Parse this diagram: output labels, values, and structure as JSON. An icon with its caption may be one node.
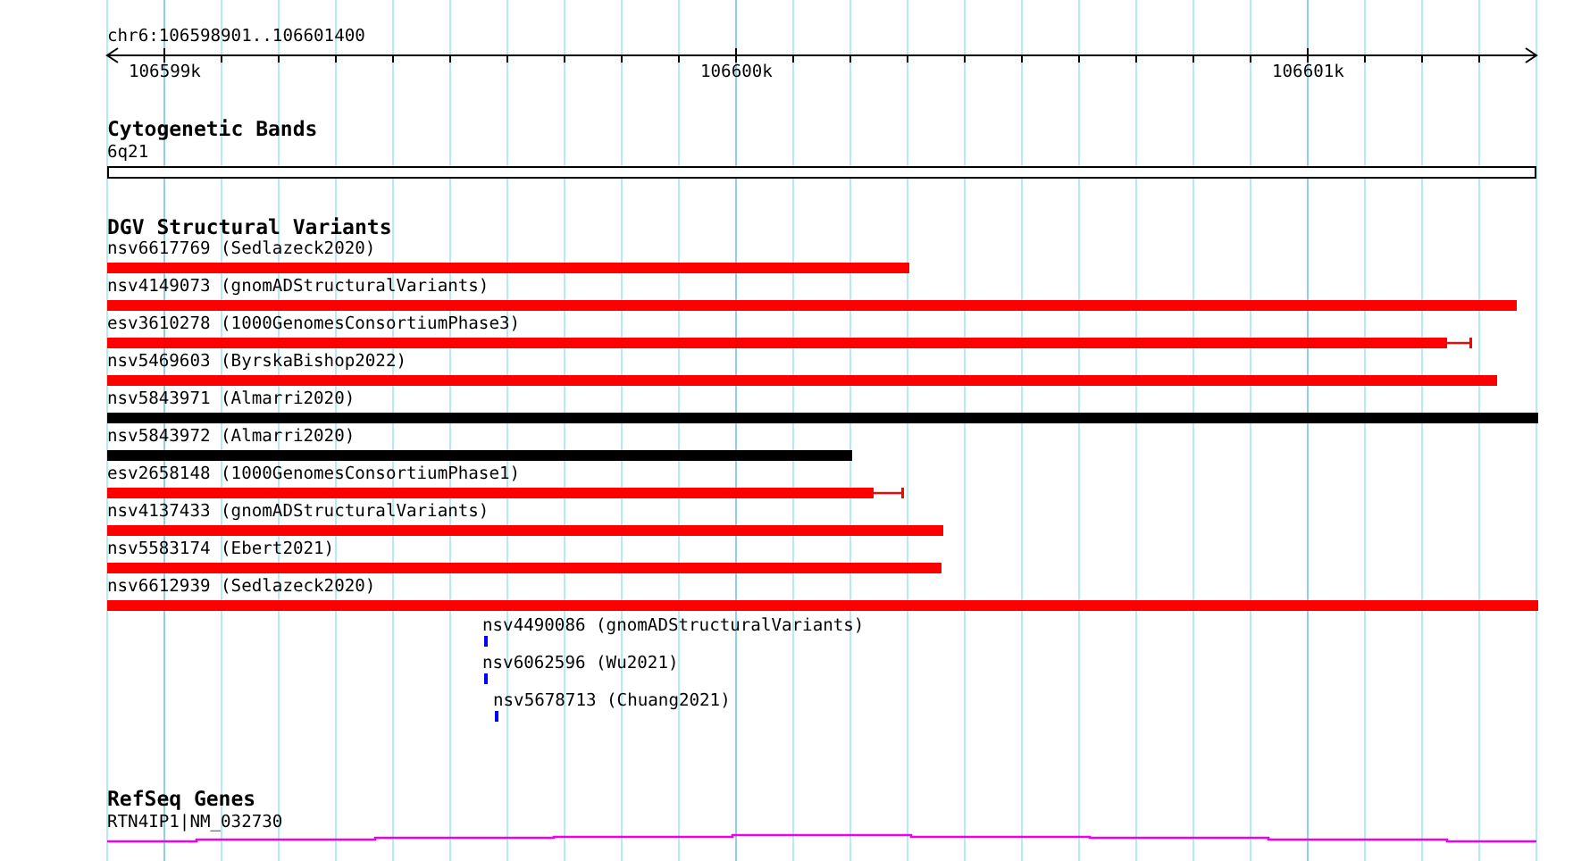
{
  "diagram": {
    "title": "chr6:106598901..106601400",
    "nodes": [
      {
        "text": [
          "6q21"
        ]
      },
      {
        "text": [
          "nsv6617769 (Sedlazeck2020)"
        ]
      },
      {
        "text": [
          "nsv4149073 (gnomADStructuralVariants)"
        ]
      },
      {
        "text": [
          "esv3610278 (1000GenomesConsortiumPhase3)"
        ]
      },
      {
        "text": [
          "nsv5469603 (ByrskaBishop2022)"
        ]
      },
      {
        "text": [
          "nsv5843971 (Almarri2020)"
        ]
      },
      {
        "text": [
          "nsv5843972 (Almarri2020)"
        ]
      },
      {
        "text": [
          "esv2658148 (1000GenomesConsortiumPhase1)"
        ]
      },
      {
        "text": [
          "nsv4137433 (gnomADStructuralVariants)"
        ]
      },
      {
        "text": [
          "nsv5583174 (Ebert2021)"
        ]
      },
      {
        "text": [
          "nsv6612939 (Sedlazeck2020)"
        ]
      },
      {
        "text": [
          "nsv4490086 (gnomADStructuralVariants)"
        ]
      },
      {
        "text": [
          "nsv6062596 (Wu2021)"
        ]
      },
      {
        "text": [
          "nsv5678713 (Chuang2021)"
        ]
      },
      {
        "text": [
          "RTN4IP1|NM_032730"
        ]
      }
    ],
    "labels": [
      "106599k",
      "106600k",
      "106601k",
      "Cytogenetic Bands",
      "DGV Structural Variants",
      "RefSeq Genes"
    ]
  }
}
